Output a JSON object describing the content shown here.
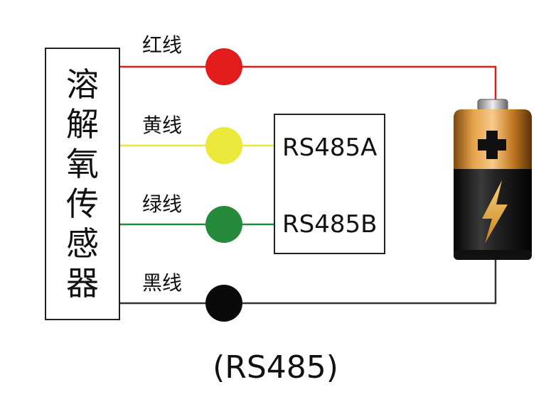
{
  "sensor": {
    "chars": [
      "溶",
      "解",
      "氧",
      "传",
      "感",
      "器"
    ]
  },
  "wires": [
    {
      "label": "红线",
      "color": "#e31b1b",
      "line_color": "#e31b1b"
    },
    {
      "label": "黄线",
      "color": "#eae83a",
      "line_color": "#eae83a"
    },
    {
      "label": "绿线",
      "color": "#258a3a",
      "line_color": "#258a3a"
    },
    {
      "label": "黑线",
      "color": "#0a0a0a",
      "line_color": "#333333"
    }
  ],
  "rs485_box": {
    "a_label": "RS485A",
    "b_label": "RS485B"
  },
  "battery": {
    "icon": "battery-icon",
    "plus_symbol": "plus-sign-icon",
    "bolt_symbol": "lightning-bolt-icon"
  },
  "caption": "(RS485)"
}
